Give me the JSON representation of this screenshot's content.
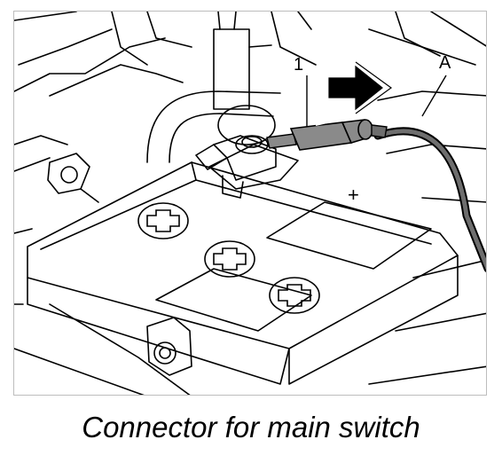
{
  "labels": {
    "callout_1": "1",
    "callout_a": "A",
    "plus_sign": "+"
  },
  "caption": "Connector for main switch",
  "colors": {
    "line": "#000000",
    "arrow": "#000000",
    "connector_fill": "#8a8a8a",
    "cable_fill": "#6e6e6e",
    "background": "#ffffff"
  },
  "icons": {
    "direction_arrow": "arrow-right-icon",
    "cap_marking": "plus-cross-icon"
  }
}
